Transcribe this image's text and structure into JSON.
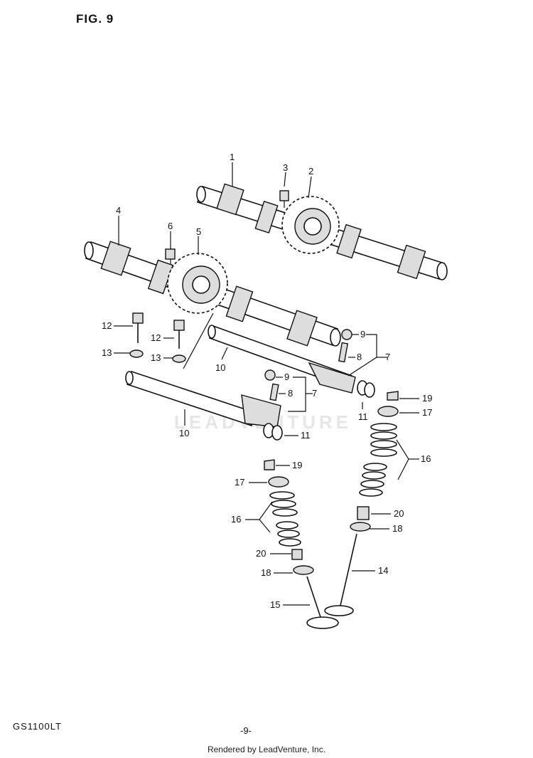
{
  "figure_title": "FIG. 9",
  "model": "GS1100LT",
  "page_number": "-9-",
  "rendered_by": "Rendered by LeadVenture, Inc.",
  "watermark": "LEADVENTURE",
  "callouts": [
    "1",
    "2",
    "3",
    "4",
    "5",
    "6",
    "7",
    "7",
    "8",
    "8",
    "9",
    "9",
    "10",
    "10",
    "11",
    "11",
    "12",
    "12",
    "13",
    "13",
    "14",
    "15",
    "16",
    "16",
    "17",
    "17",
    "18",
    "18",
    "19",
    "19",
    "20",
    "20"
  ]
}
